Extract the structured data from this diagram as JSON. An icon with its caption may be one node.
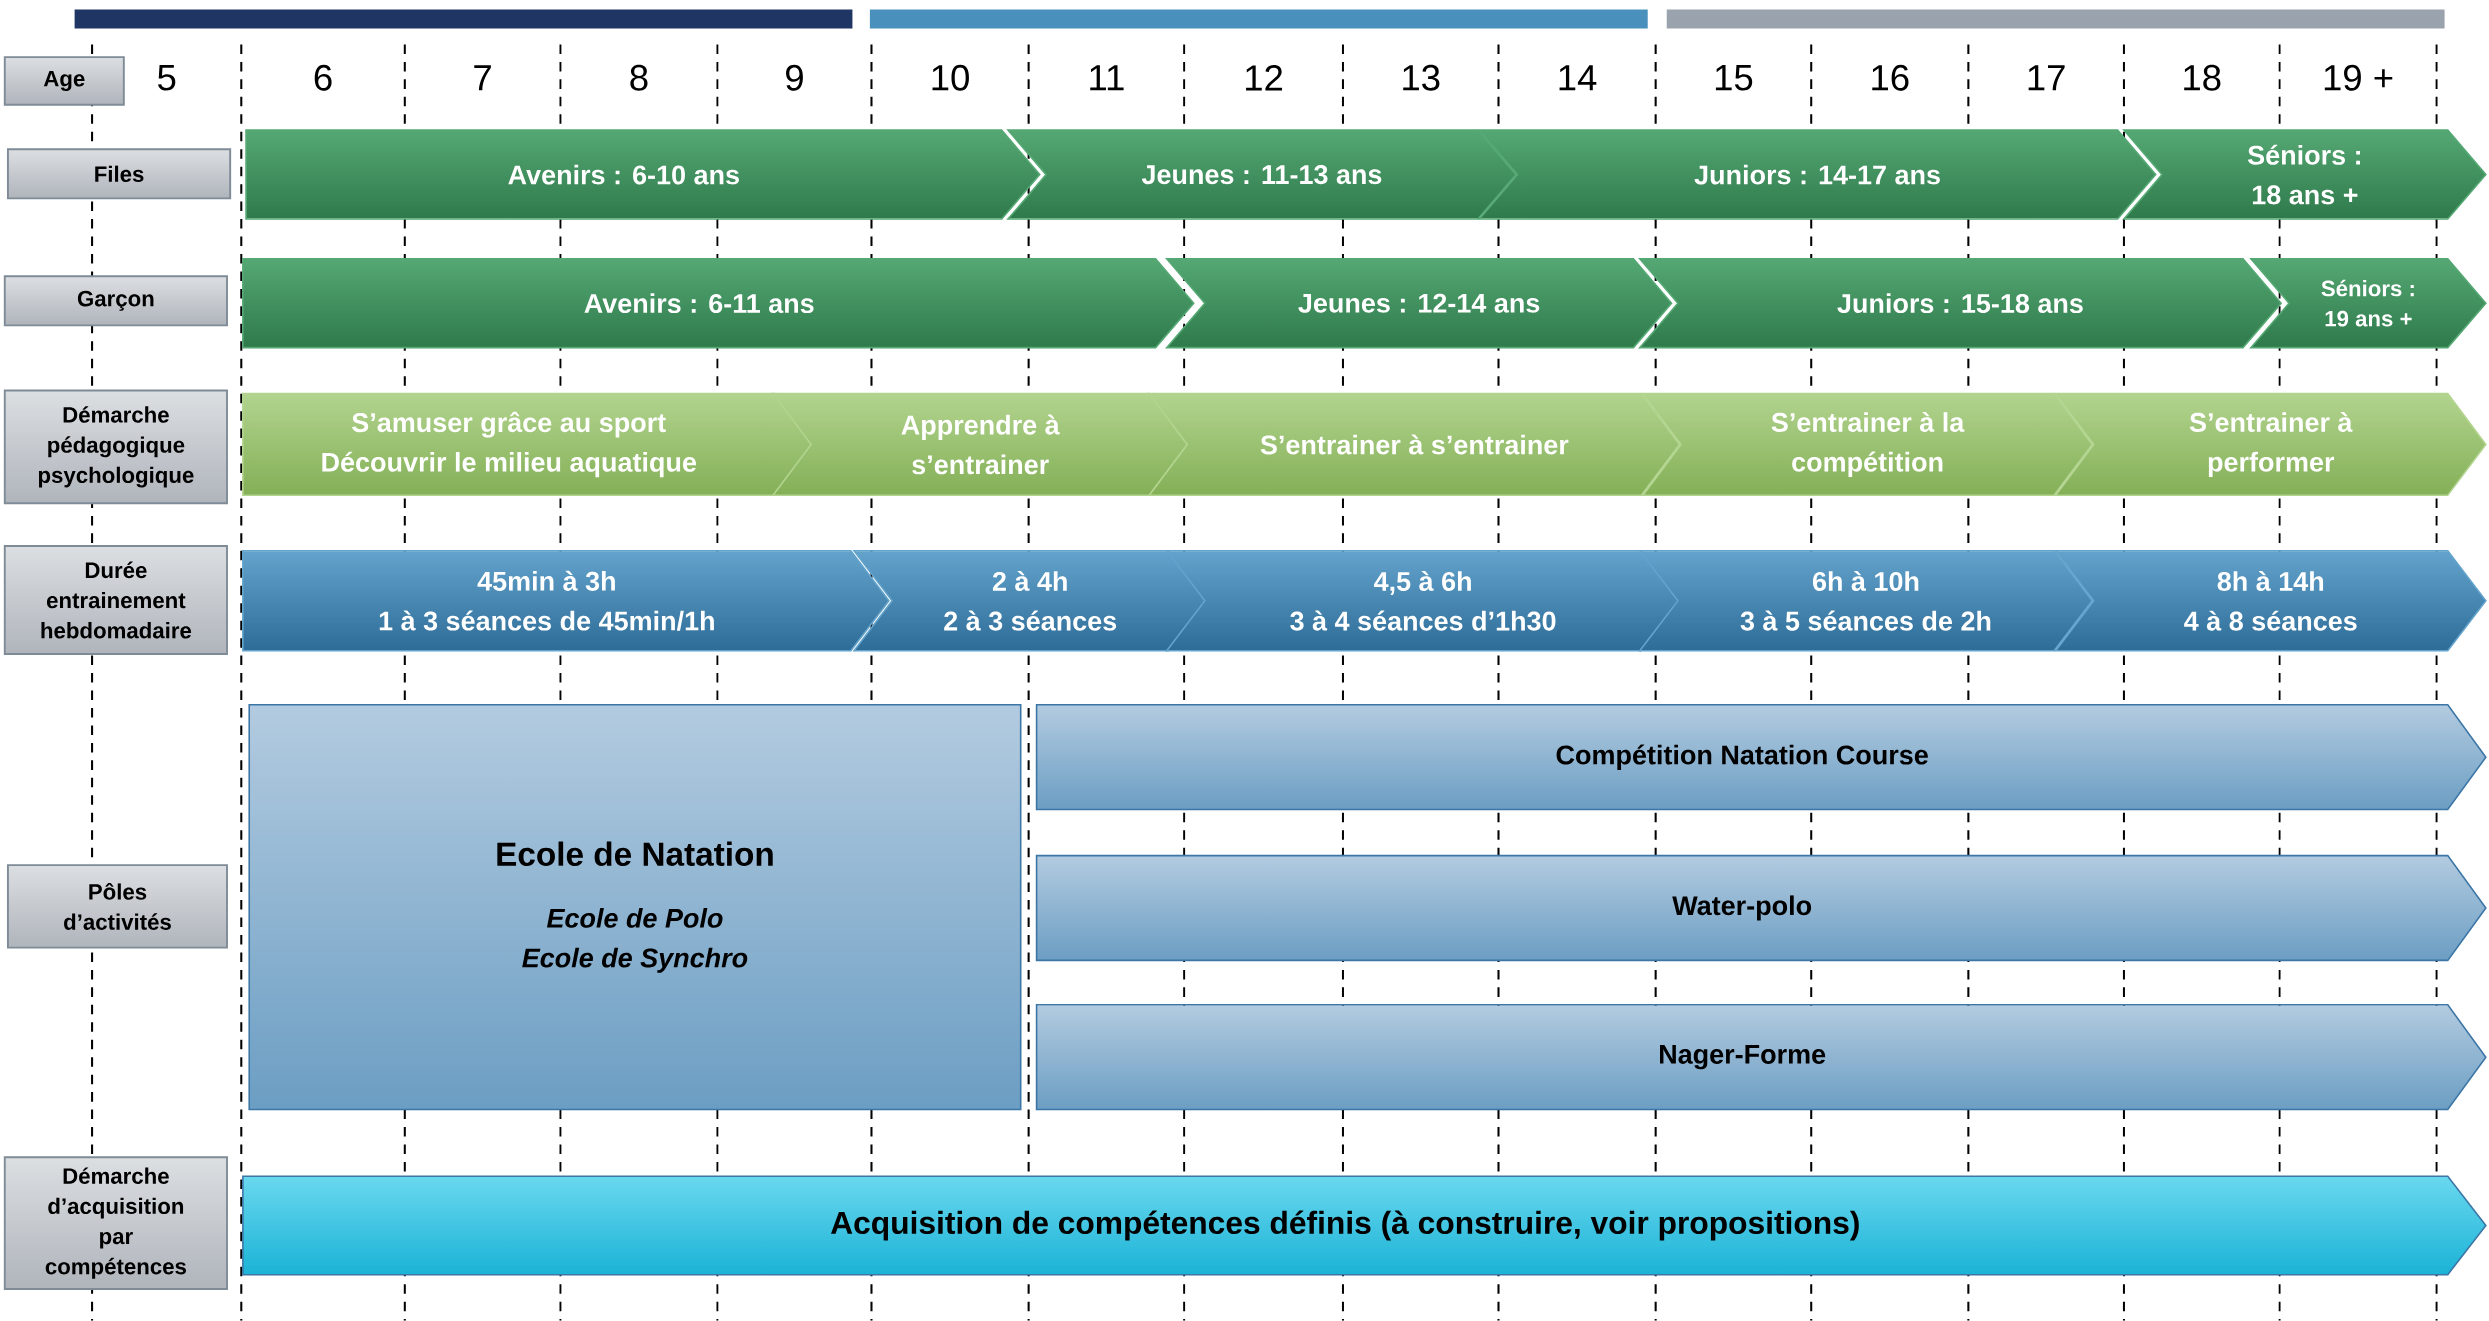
{
  "diagram": {
    "nodes": [
      {
        "text": [
          "Age"
        ]
      },
      {
        "text": [
          "Files"
        ]
      },
      {
        "text": [
          "Avenirs : 6-10 ans"
        ]
      },
      {
        "text": [
          "Jeunes : 11-13 ans"
        ]
      },
      {
        "text": [
          "Juniors : 14-17 ans"
        ]
      },
      {
        "text": [
          "Séniors : 18 ans +"
        ]
      },
      {
        "text": [
          "Garçon"
        ]
      },
      {
        "text": [
          "Avenirs : 6-11 ans"
        ]
      },
      {
        "text": [
          "Jeunes : 12-14 ans"
        ]
      },
      {
        "text": [
          "Juniors : 15-18 ans"
        ]
      },
      {
        "text": [
          "Séniors : 19 ans +"
        ]
      },
      {
        "text": [
          "Démarche pédagogique psychologique"
        ]
      },
      {
        "text": [
          "S’amuser grâce au sport",
          "Découvrir le milieu aquatique"
        ]
      },
      {
        "text": [
          "Apprendre à s’entrainer"
        ]
      },
      {
        "text": [
          "S’entrainer à s’entrainer"
        ]
      },
      {
        "text": [
          "S’entrainer à la compétition"
        ]
      },
      {
        "text": [
          "S’entrainer à performer"
        ]
      },
      {
        "text": [
          "Durée entrainement hebdomadaire"
        ]
      },
      {
        "text": [
          "45min à 3h",
          "1 à 3 séances de 45min/1h"
        ]
      },
      {
        "text": [
          "2 à 4h",
          "2 à 3 séances"
        ]
      },
      {
        "text": [
          "4,5 à 6h",
          "3 à 4 séances d’1h30"
        ]
      },
      {
        "text": [
          "6h à 10h",
          "3 à 5 séances de 2h"
        ]
      },
      {
        "text": [
          "8h à 14h",
          "4 à 8 séances"
        ]
      },
      {
        "text": [
          "Pôles d’activités"
        ]
      },
      {
        "text": [
          "Ecole de Natation",
          "Ecole de Polo",
          "Ecole de Synchro"
        ]
      },
      {
        "text": [
          "Compétition Natation Course"
        ]
      },
      {
        "text": [
          "Water-polo"
        ]
      },
      {
        "text": [
          "Nager-Forme"
        ]
      },
      {
        "text": [
          "Démarche d’acquisition par compétences"
        ]
      },
      {
        "text": [
          "Acquisition de compétences définis (à construire, voir propositions)"
        ]
      },
      {
        "text": [],
        "shape": "bar"
      },
      {
        "text": [],
        "shape": "bar"
      },
      {
        "text": [],
        "shape": "bar"
      }
    ],
    "labels": [
      "5",
      "6",
      "7",
      "8",
      "9",
      "10",
      "11",
      "12",
      "13",
      "14",
      "15",
      "16",
      "17",
      "18",
      "19 +"
    ]
  }
}
